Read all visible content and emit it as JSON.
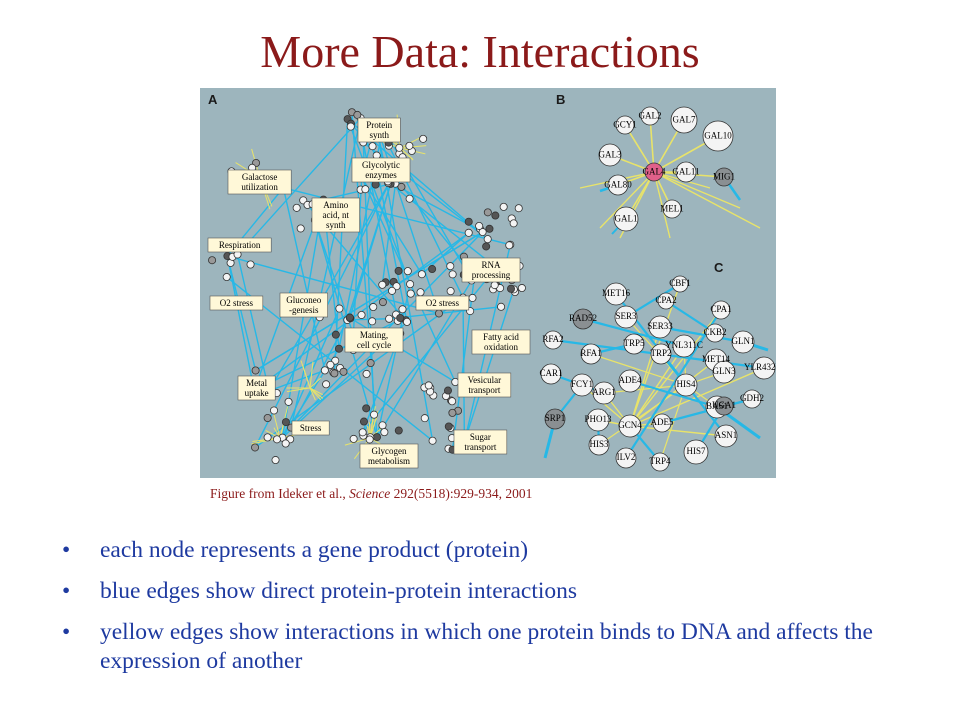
{
  "title": "More Data: Interactions",
  "figure": {
    "panel_labels": [
      "A",
      "B",
      "C"
    ],
    "panel_a_labels": [
      "Protein synth",
      "Glycolytic enzymes",
      "Galactose utilization",
      "Amino acid, nt synth",
      "Respiration",
      "RNA processing",
      "O2 stress",
      "Gluconeo -genesis",
      "O2 stress",
      "Mating, cell cycle",
      "Fatty acid oxidation",
      "Metal uptake",
      "Vesicular transport",
      "Stress",
      "Glycogen metabolism",
      "Sugar transport"
    ],
    "panel_b_nodes": [
      "GAL2",
      "GAL7",
      "GCY1",
      "GAL10",
      "GAL3",
      "GAL4",
      "GAL11",
      "MIG1",
      "GAL80",
      "MEL1",
      "GAL1"
    ],
    "panel_c_nodes": [
      "CBF1",
      "MET16",
      "CPA2",
      "CPA1",
      "RAD52",
      "SER3",
      "SER33",
      "CKB2",
      "TRP5",
      "YNL311C",
      "RFA2",
      "GLN1",
      "MET14",
      "RFA1",
      "TRP2",
      "YLR432W",
      "CAR1",
      "GLN3",
      "FCY1",
      "HIS4",
      "ADE4",
      "ARG1",
      "GDH2",
      "SRP1",
      "PHO13",
      "BAS1",
      "UGA1",
      "ADE5",
      "GCN4",
      "HIS3",
      "ASN1",
      "HIS7",
      "ILV2",
      "TRP4"
    ]
  },
  "caption": {
    "prefix": "Figure from Ideker et al., ",
    "journal": "Science",
    "suffix": " 292(5518):929-934, 2001"
  },
  "bullets": [
    "each node represents a gene product (protein)",
    "blue edges show direct protein-protein interactions",
    "yellow edges show interactions in which one protein binds to DNA and affects the expression of another"
  ],
  "colors": {
    "title": "#8b1a1a",
    "bullet_text": "#1e3aa0",
    "figure_bg": "#9db5bd",
    "blue_edge": "#27b8e6",
    "yellow_edge": "#e8e36a",
    "highlight_node": "#e0608a"
  }
}
